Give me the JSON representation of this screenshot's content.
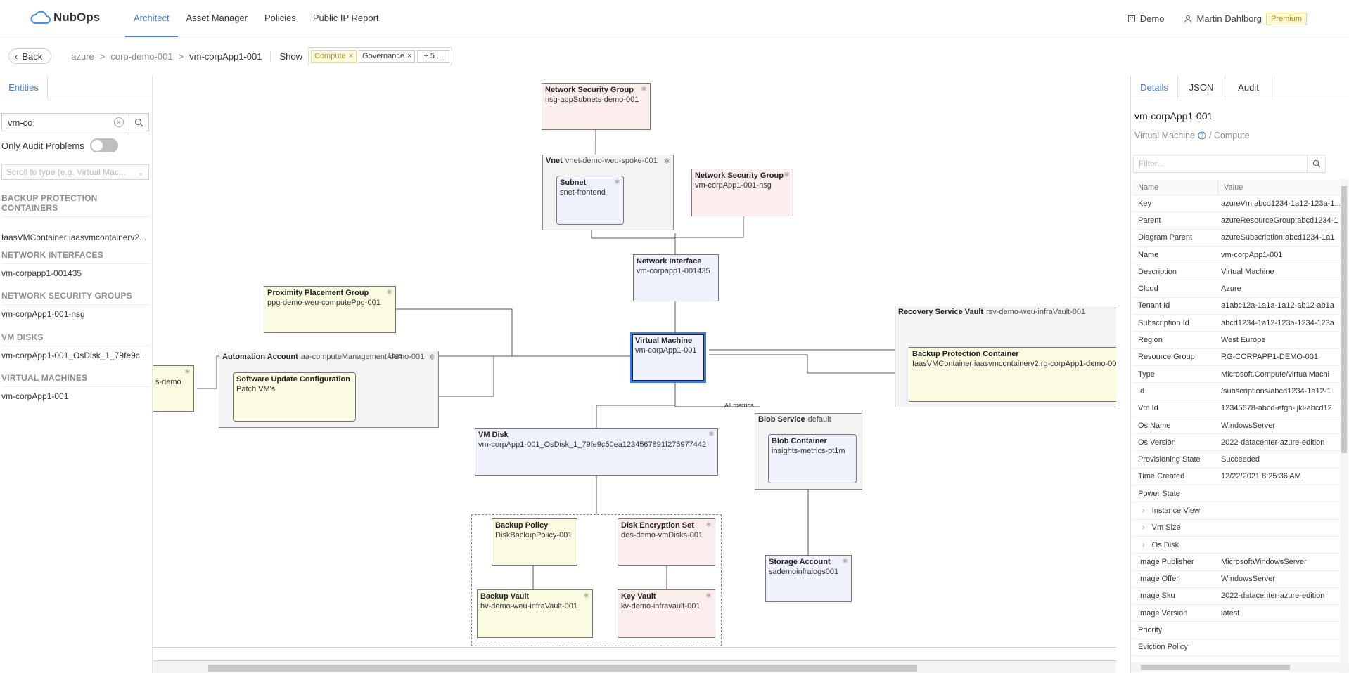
{
  "app": {
    "name": "NubOps"
  },
  "nav": [
    "Architect",
    "Asset Manager",
    "Policies",
    "Public IP Report"
  ],
  "header_right": {
    "workspace": "Demo",
    "user": "Martin Dahlborg",
    "badge": "Premium"
  },
  "breadcrumb": {
    "back": "Back",
    "items": [
      "azure",
      ">",
      "corp-demo-001",
      ">",
      "vm-corpApp1-001"
    ],
    "show_label": "Show",
    "chips": [
      "Compute",
      "Governance",
      "+ 5 ..."
    ]
  },
  "left": {
    "tab": "Entities",
    "search_value": "vm-co",
    "audit_label": "Only Audit Problems",
    "type_placeholder": "Scroll to type (e.g. Virtual Mac...",
    "groups": [
      {
        "title": "BACKUP PROTECTION CONTAINERS",
        "items": [
          "IaasVMContainer;iaasvmcontainerv2..."
        ]
      },
      {
        "title": "NETWORK INTERFACES",
        "items": [
          "vm-corpapp1-001435"
        ]
      },
      {
        "title": "NETWORK SECURITY GROUPS",
        "items": [
          "vm-corpApp1-001-nsg"
        ]
      },
      {
        "title": "VM DISKS",
        "items": [
          "vm-corpApp1-001_OsDisk_1_79fe9c..."
        ]
      },
      {
        "title": "VIRTUAL MACHINES",
        "items": [
          "vm-corpApp1-001"
        ]
      }
    ]
  },
  "diagram": {
    "nsg1": {
      "t": "Network Security Group",
      "n": "nsg-appSubnets-demo-001"
    },
    "vnet": {
      "t": "Vnet",
      "n": "vnet-demo-weu-spoke-001"
    },
    "subnet": {
      "t": "Subnet",
      "n": "snet-frontend"
    },
    "nsg2": {
      "t": "Network Security Group",
      "n": "vm-corpApp1-001-nsg"
    },
    "nic": {
      "t": "Network Interface",
      "n": "vm-corpapp1-001435"
    },
    "ppg": {
      "t": "Proximity Placement Group",
      "n": "ppg-demo-weu-computePpg-001"
    },
    "auto": {
      "t": "Automation Account",
      "n": "aa-computeManagement-demo-001"
    },
    "suc": {
      "t": "Software Update Configuration",
      "n": "Patch VM's"
    },
    "left_stub": {
      "n": "s-demo"
    },
    "vm": {
      "t": "Virtual Machine",
      "n": "vm-corpApp1-001"
    },
    "rsv": {
      "t": "Recovery Service Vault",
      "n": "rsv-demo-weu-infraVault-001"
    },
    "bpc": {
      "t": "Backup Protection Container",
      "n": "IaasVMContainer;iaasvmcontainerv2;rg-corpApp1-demo-00"
    },
    "blobsvc": {
      "t": "Blob Service",
      "n": "default"
    },
    "blobc": {
      "t": "Blob Container",
      "n": "insights-metrics-pt1m"
    },
    "disk": {
      "t": "VM Disk",
      "n": "vm-corpApp1-001_OsDisk_1_79fe9c50ea1234567891f275977442"
    },
    "bpol": {
      "t": "Backup Policy",
      "n": "DiskBackupPolicy-001"
    },
    "des": {
      "t": "Disk Encryption Set",
      "n": "des-demo-vmDisks-001"
    },
    "bvault": {
      "t": "Backup Vault",
      "n": "bv-demo-weu-infraVault-001"
    },
    "kv": {
      "t": "Key Vault",
      "n": "kv-demo-infravault-001"
    },
    "sa": {
      "t": "Storage Account",
      "n": "sademoinfralogs001"
    },
    "edge_all_metrics": "All metrics",
    "edge_logs": "Logs"
  },
  "right": {
    "tabs": [
      "Details",
      "JSON",
      "Audit"
    ],
    "title": "vm-corpApp1-001",
    "subtitle_type": "Virtual Machine",
    "subtitle_cat": "/ Compute",
    "filter_placeholder": "Filter...",
    "col_name": "Name",
    "col_value": "Value",
    "rows": [
      [
        "Key",
        "azureVm:abcd1234-1a12-123a-1..."
      ],
      [
        "Parent",
        "azureResourceGroup:abcd1234-1"
      ],
      [
        "Diagram Parent",
        "azureSubscription:abcd1234-1a1"
      ],
      [
        "Name",
        "vm-corpApp1-001"
      ],
      [
        "Description",
        "Virtual Machine"
      ],
      [
        "Cloud",
        "Azure"
      ],
      [
        "Tenant Id",
        "a1abc12a-1a1a-1a12-ab12-ab1a"
      ],
      [
        "Subscription Id",
        "abcd1234-1a12-123a-1234-123a"
      ],
      [
        "Region",
        "West Europe"
      ],
      [
        "Resource Group",
        "RG-CORPAPP1-DEMO-001"
      ],
      [
        "Type",
        "Microsoft.Compute/virtualMachi"
      ],
      [
        "Id",
        "/subscriptions/abcd1234-1a12-1"
      ],
      [
        "Vm Id",
        "12345678-abcd-efgh-ijkl-abcd12"
      ],
      [
        "Os Name",
        "WindowsServer"
      ],
      [
        "Os Version",
        "2022-datacenter-azure-edition"
      ],
      [
        "Provisioning State",
        "Succeeded"
      ],
      [
        "Time Created",
        "12/22/2021 8:25:36 AM"
      ],
      [
        "Power State",
        ""
      ],
      [
        "Instance View",
        ""
      ],
      [
        "Vm Size",
        ""
      ],
      [
        "Os Disk",
        ""
      ],
      [
        "Image Publisher",
        "MicrosoftWindowsServer"
      ],
      [
        "Image Offer",
        "WindowsServer"
      ],
      [
        "Image Sku",
        "2022-datacenter-azure-edition"
      ],
      [
        "Image Version",
        "latest"
      ],
      [
        "Priority",
        ""
      ],
      [
        "Eviction Policy",
        ""
      ]
    ]
  },
  "colors": {
    "accent": "#4a7dd8",
    "red_node": "#fdeeee",
    "blue_node": "#eff1fc",
    "yellow_node": "#fbfbe2"
  }
}
